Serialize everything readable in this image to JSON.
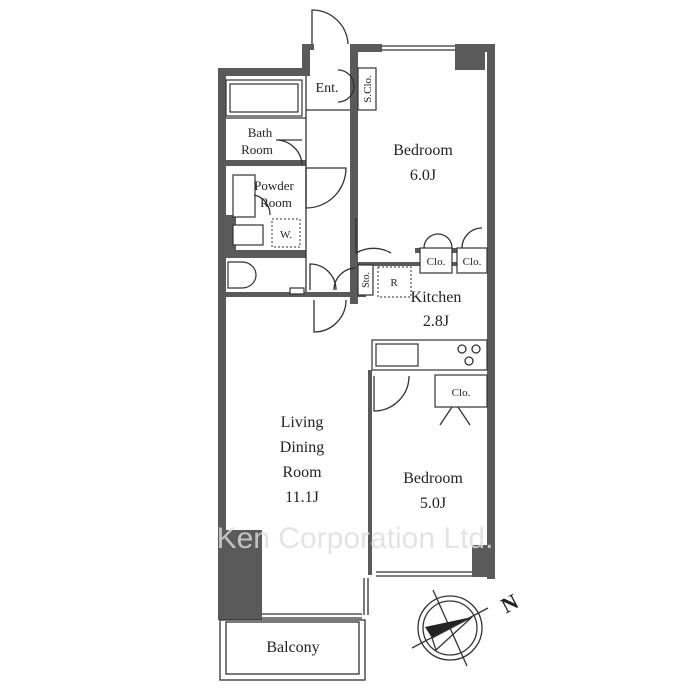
{
  "rooms": {
    "entrance": "Ent.",
    "shoe_closet": "S.Clo.",
    "bath_1": "Bath",
    "bath_2": "Room",
    "powder_1": "Powder",
    "powder_2": "Room",
    "washer": "W.",
    "bedroom1_name": "Bedroom",
    "bedroom1_size": "6.0J",
    "closet_a": "Clo.",
    "closet_b": "Clo.",
    "storage": "Sto.",
    "refrigerator": "R",
    "kitchen_name": "Kitchen",
    "kitchen_size": "2.8J",
    "closet_c": "Clo.",
    "living_1": "Living",
    "living_2": "Dining",
    "living_3": "Room",
    "living_size": "11.1J",
    "bedroom2_name": "Bedroom",
    "bedroom2_size": "5.0J",
    "balcony": "Balcony"
  },
  "compass": {
    "north_label": "N"
  },
  "watermark": "Ken Corporation Ltd."
}
